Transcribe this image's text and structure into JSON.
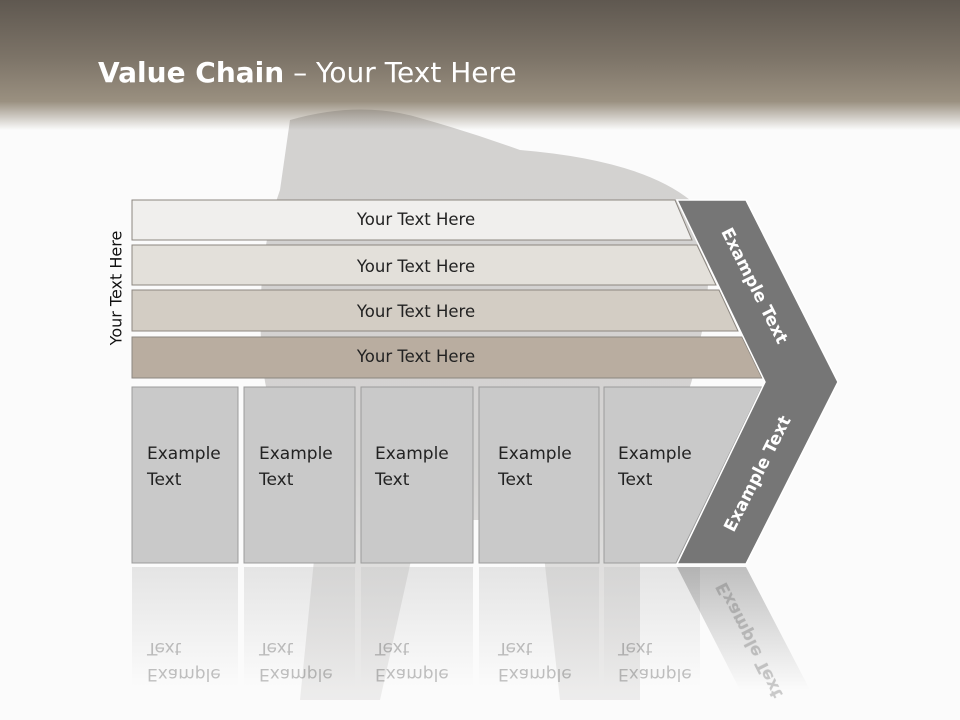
{
  "slide": {
    "title_bold": "Value Chain",
    "title_rest": " – Your Text Here",
    "side_label": "Your Text Here"
  },
  "bars": [
    {
      "label": "Your Text Here",
      "color": "#f0efed"
    },
    {
      "label": "Your Text Here",
      "color": "#e3e0da"
    },
    {
      "label": "Your Text Here",
      "color": "#d3cdc4"
    },
    {
      "label": "Your Text Here",
      "color": "#b9ada0"
    }
  ],
  "boxes": [
    {
      "line1": "Example",
      "line2": "Text"
    },
    {
      "line1": "Example",
      "line2": "Text"
    },
    {
      "line1": "Example",
      "line2": "Text"
    },
    {
      "line1": "Example",
      "line2": "Text"
    },
    {
      "line1": "Example",
      "line2": "Text"
    }
  ],
  "chevron": {
    "upper_label": "Example Text",
    "lower_label": "Example Text",
    "color": "#767676"
  },
  "colors": {
    "box_fill": "#c9c9c9",
    "box_stroke": "#9c9c9c",
    "bar_stroke": "#8c8780"
  }
}
